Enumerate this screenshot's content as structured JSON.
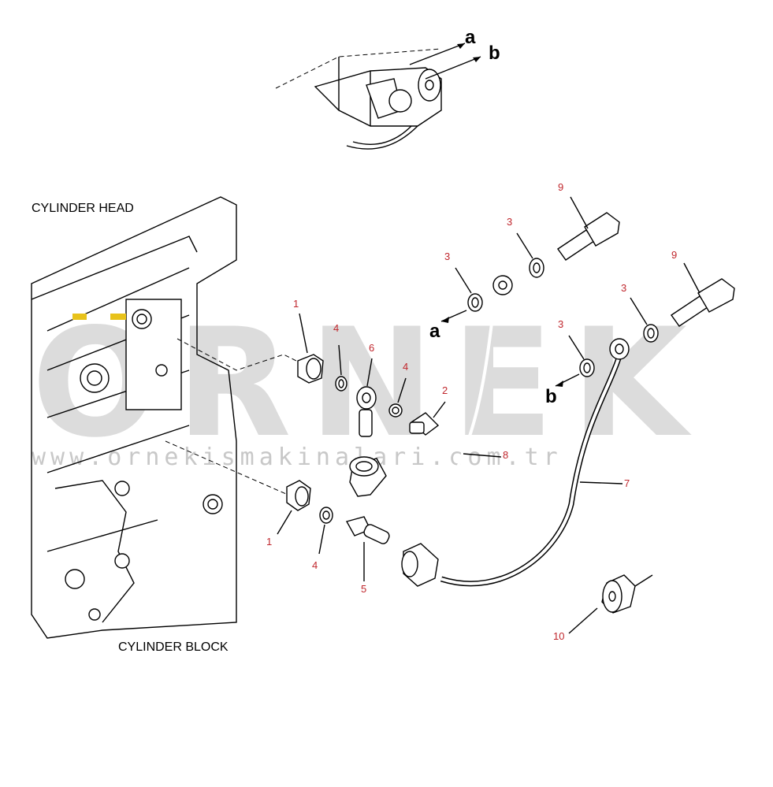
{
  "labels": {
    "cylinder_head": "CYLINDER HEAD",
    "cylinder_block": "CYLINDER BLOCK"
  },
  "arrow_tags": {
    "top_a": "a",
    "top_b": "b",
    "mid_a": "a",
    "mid_b": "b"
  },
  "callouts": {
    "c1_upper": "1",
    "c1_lower": "1",
    "c2": "2",
    "c3_a": "3",
    "c3_b": "3",
    "c3_c": "3",
    "c3_d": "3",
    "c4_upper": "4",
    "c4_mid": "4",
    "c4_lower": "4",
    "c5": "5",
    "c6": "6",
    "c7": "7",
    "c8": "8",
    "c9_upper": "9",
    "c9_lower": "9",
    "c10": "10"
  },
  "watermark": {
    "brand": "ORNEK",
    "url": "www.ornekismakinalari.com.tr"
  },
  "colors": {
    "callout": "#c0272d",
    "watermark": "#dcdcdc",
    "accent_tag": "#e8c21a"
  }
}
